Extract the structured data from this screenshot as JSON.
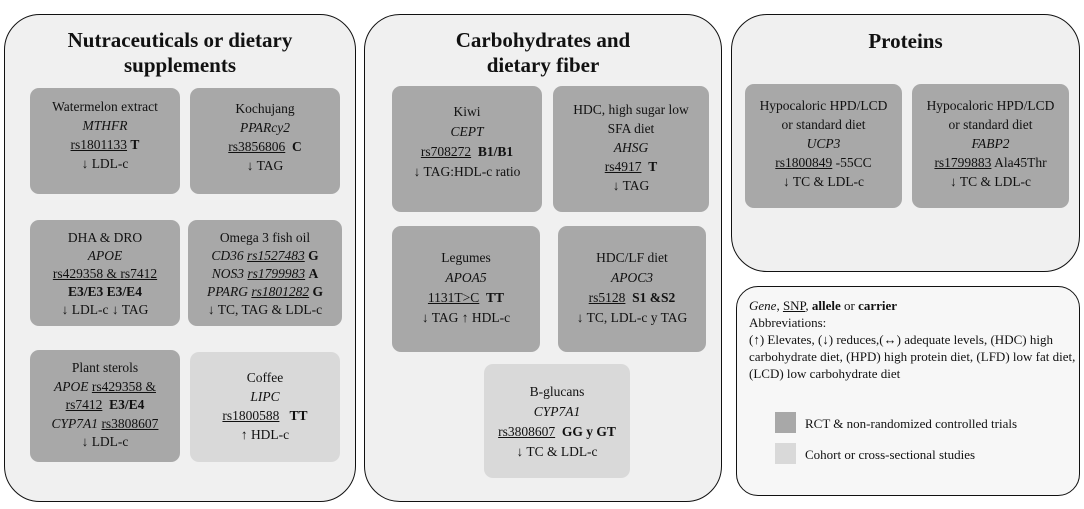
{
  "panels": {
    "nutra": {
      "title_l1": "Nutraceuticals or dietary",
      "title_l2": "supplements"
    },
    "carbs": {
      "title_l1": "Carbohydrates and",
      "title_l2": "dietary fiber"
    },
    "proteins": {
      "title": "Proteins"
    }
  },
  "boxes": {
    "watermelon": {
      "name": "Watermelon extract",
      "gene": "MTHFR",
      "snp": "rs1801133",
      "allele": "T",
      "effect": "↓ LDL-c"
    },
    "kochujang": {
      "name": "Kochujang",
      "gene": "PPARcy2",
      "snp": "rs3856806",
      "allele": "C",
      "effect": "↓ TAG"
    },
    "dha": {
      "name": "DHA & DRO",
      "gene": "APOE",
      "snp1": "rs429358",
      "amp": " & ",
      "snp2": "rs7412",
      "allele": "E3/E3 E3/E4",
      "effect": "↓ LDL-c ↓ TAG"
    },
    "omega": {
      "name": "Omega 3 fish oil",
      "gene1": "CD36",
      "snp1": "rs1527483",
      "allele1": "G",
      "gene2": "NOS3",
      "snp2": "rs1799983",
      "allele2": "A",
      "gene3": "PPARG",
      "snp3": "rs1801282",
      "allele3": "G",
      "effect": "↓ TC, TAG & LDL-c"
    },
    "sterols": {
      "name": "Plant sterols",
      "gene1": "APOE",
      "snp1a": "rs429358 &",
      "snp1b": "rs7412",
      "allele1": "E3/E4",
      "gene2": "CYP7A1",
      "snp2": "rs3808607",
      "effect": "↓ LDL-c"
    },
    "coffee": {
      "name": "Coffee",
      "gene": "LIPC",
      "snp": "rs1800588",
      "allele": "TT",
      "effect": "↑ HDL-c"
    },
    "kiwi": {
      "name": "Kiwi",
      "gene": "CEPT",
      "snp": "rs708272",
      "allele": "B1/B1",
      "effect": "↓ TAG:HDL-c ratio"
    },
    "hdc": {
      "name1": "HDC, high sugar low",
      "name2": "SFA diet",
      "gene": "AHSG",
      "snp": "rs4917",
      "allele": "T",
      "effect": "↓ TAG"
    },
    "legumes": {
      "name": "Legumes",
      "gene": "APOA5",
      "snp": "1131T>C",
      "allele": "TT",
      "effect": "↓ TAG ↑ HDL-c"
    },
    "hdclf": {
      "name": "HDC/LF diet",
      "gene": "APOC3",
      "snp": "rs5128",
      "allele": "S1 &S2",
      "effect": "↓ TC, LDL-c y TAG"
    },
    "bglucans": {
      "name": "B-glucans",
      "gene": "CYP7A1",
      "snp": "rs3808607",
      "allele": "GG y GT",
      "effect": "↓ TC & LDL-c"
    },
    "hpd1": {
      "name1": "Hypocaloric HPD/LCD",
      "name2": "or standard diet",
      "gene": "UCP3",
      "snp": "rs1800849",
      "allele": "-55CC",
      "effect": "↓ TC & LDL-c"
    },
    "hpd2": {
      "name1": "Hypocaloric HPD/LCD",
      "name2": "or standard diet",
      "gene": "FABP2",
      "snp": "rs1799883",
      "allele": "Ala45Thr",
      "effect": "↓ TC & LDL-c"
    }
  },
  "legend": {
    "key_gene": "Gene",
    "key_sep1": ", ",
    "key_snp": "SNP",
    "key_sep2": ", ",
    "key_allele": "allele",
    "key_or": " or ",
    "key_carrier": "carrier",
    "abbr_title": "Abbreviations:",
    "abbr_l1": "(↑) Elevates, (↓) reduces,(↔) adequate levels, (HDC) high",
    "abbr_l2": "carbohydrate diet, (HPD) high protein diet, (LFD) low fat diet,",
    "abbr_l3": "(LCD) low carbohydrate diet",
    "rct": "RCT & non-randomized controlled trials",
    "cohort": "Cohort or cross-sectional studies",
    "colors": {
      "dark": "#a8a8a8",
      "light": "#d9d9d9"
    }
  }
}
